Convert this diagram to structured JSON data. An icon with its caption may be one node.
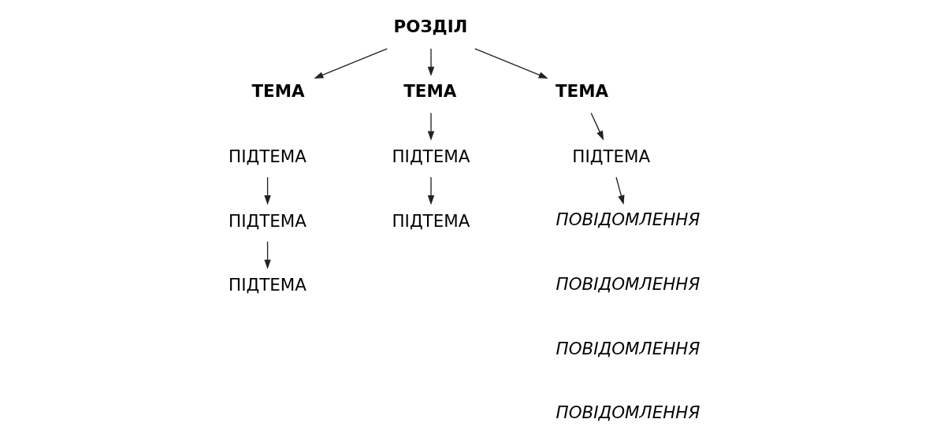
{
  "diagram": {
    "nodes": [
      {
        "text": [
          "РОЗДІЛ"
        ]
      },
      {
        "text": [
          "ТЕМА"
        ]
      },
      {
        "text": [
          "ТЕМА"
        ]
      },
      {
        "text": [
          "ТЕМА"
        ]
      },
      {
        "text": [
          "ПІДТЕМА"
        ]
      },
      {
        "text": [
          "ПІДТЕМА"
        ]
      },
      {
        "text": [
          "ПІДТЕМА"
        ]
      },
      {
        "text": [
          "ПІДТЕМА"
        ]
      },
      {
        "text": [
          "ПІДТЕМА"
        ]
      },
      {
        "text": [
          "ПІДТЕМА"
        ]
      },
      {
        "text": [
          "ПОВІДОМЛЕННЯ"
        ]
      },
      {
        "text": [
          "ПОВІДОМЛЕННЯ"
        ]
      },
      {
        "text": [
          "ПОВІДОМЛЕННЯ"
        ]
      },
      {
        "text": [
          "ПОВІДОМЛЕННЯ"
        ]
      }
    ],
    "edges": [
      {
        "from": 0,
        "to": 1,
        "arrow": "to"
      },
      {
        "from": 0,
        "to": 2,
        "arrow": "to"
      },
      {
        "from": 0,
        "to": 3,
        "arrow": "to"
      },
      {
        "from": 4,
        "to": 5,
        "arrow": "to"
      },
      {
        "from": 5,
        "to": 6,
        "arrow": "to"
      },
      {
        "from": 2,
        "to": 7,
        "arrow": "to"
      },
      {
        "from": 7,
        "to": 8,
        "arrow": "to"
      },
      {
        "from": 3,
        "to": 9,
        "arrow": "to"
      },
      {
        "from": 9,
        "to": 10,
        "arrow": "to"
      }
    ]
  }
}
